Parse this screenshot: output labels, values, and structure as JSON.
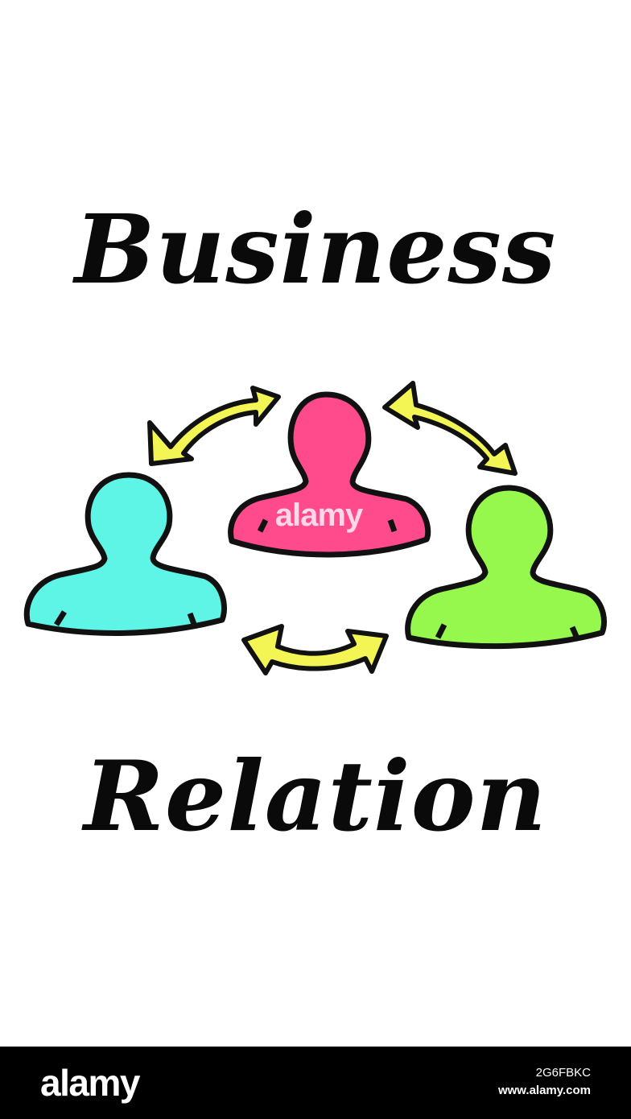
{
  "image": {
    "heading_top": "Business",
    "heading_bottom": "Relation",
    "background": "#ffffff",
    "colors": {
      "person_left": "#5ff5e6",
      "person_center": "#ff4a8c",
      "person_right": "#96f74d",
      "arrows": "#f2f553",
      "outline": "#111111"
    },
    "icons": [
      "person-icon-left",
      "person-icon-center",
      "person-icon-right",
      "double-arrow-left",
      "double-arrow-right",
      "double-arrow-bottom"
    ],
    "watermark_center": "alamy"
  },
  "footer": {
    "brand": "alamy",
    "image_id": "2G6FBKC",
    "site": "www.alamy.com"
  }
}
